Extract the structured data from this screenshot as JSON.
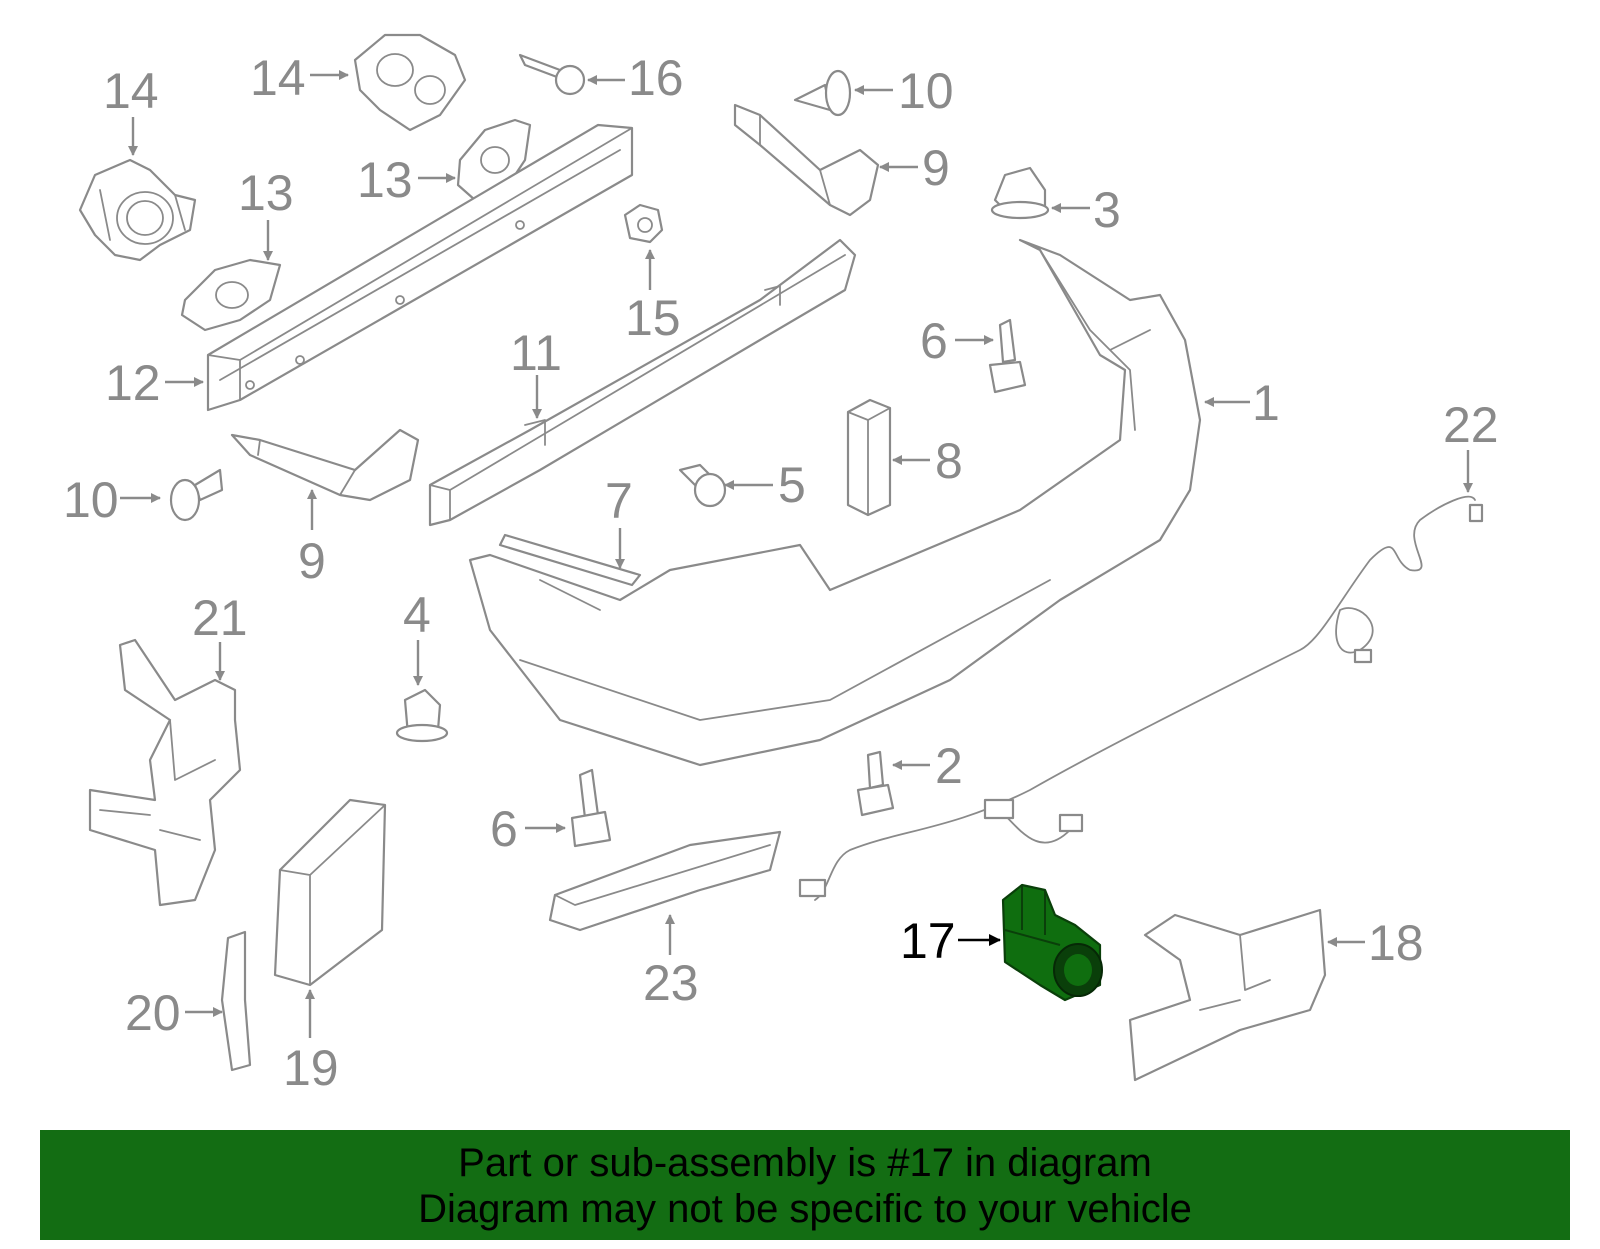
{
  "callouts": {
    "c1": "1",
    "c2": "2",
    "c3": "3",
    "c4": "4",
    "c5": "5",
    "c6a": "6",
    "c6b": "6",
    "c7": "7",
    "c8": "8",
    "c9a": "9",
    "c9b": "9",
    "c10a": "10",
    "c10b": "10",
    "c11": "11",
    "c12": "12",
    "c13a": "13",
    "c13b": "13",
    "c14a": "14",
    "c14b": "14",
    "c15": "15",
    "c16": "16",
    "c17": "17",
    "c18": "18",
    "c19": "19",
    "c20": "20",
    "c21": "21",
    "c22": "22",
    "c23": "23"
  },
  "banner": {
    "line1": "Part or sub-assembly is #17 in diagram",
    "line2": "Diagram may not be specific to your vehicle"
  },
  "colors": {
    "highlight_part": "#0f6e0f",
    "banner_background": "#136d13",
    "line_art": "#8a8a8a"
  }
}
